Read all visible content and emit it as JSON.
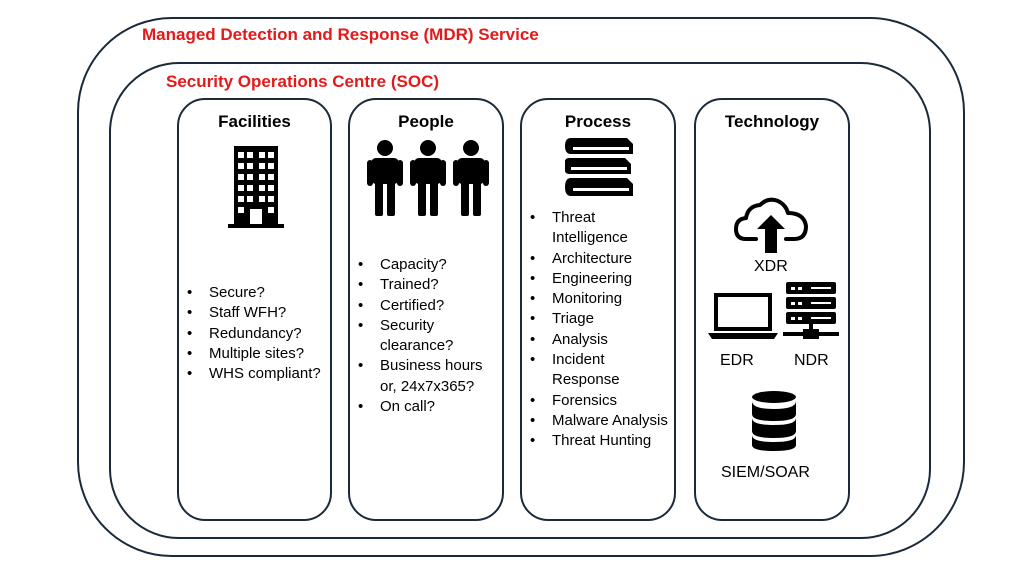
{
  "service": {
    "title": "Managed Detection and Response (MDR) Service",
    "soc_title": "Security Operations Centre (SOC)",
    "accent_color": "#e21a1a",
    "border_color": "#1b2a3a"
  },
  "pillars": {
    "facilities": {
      "title": "Facilities",
      "icon": "building-icon",
      "items": [
        "Secure?",
        "Staff WFH?",
        "Redundancy?",
        "Multiple sites?",
        "WHS compliant?"
      ]
    },
    "people": {
      "title": "People",
      "icon": "people-icon",
      "items": [
        "Capacity?",
        "Trained?",
        "Certified?",
        "Security clearance?",
        "Business hours or, 24x7x365?",
        "On call?"
      ]
    },
    "process": {
      "title": "Process",
      "icon": "books-icon",
      "items": [
        "Threat Intelligence",
        "Architecture",
        "Engineering",
        "Monitoring",
        "Triage",
        "Analysis",
        "Incident Response",
        "Forensics",
        "Malware Analysis",
        "Threat Hunting"
      ]
    },
    "technology": {
      "title": "Technology",
      "tools": {
        "xdr": {
          "label": "XDR",
          "icon": "cloud-upload-icon"
        },
        "edr": {
          "label": "EDR",
          "icon": "laptop-icon"
        },
        "ndr": {
          "label": "NDR",
          "icon": "server-rack-icon"
        },
        "siem": {
          "label": "SIEM/SOAR",
          "icon": "database-icon"
        }
      }
    }
  }
}
